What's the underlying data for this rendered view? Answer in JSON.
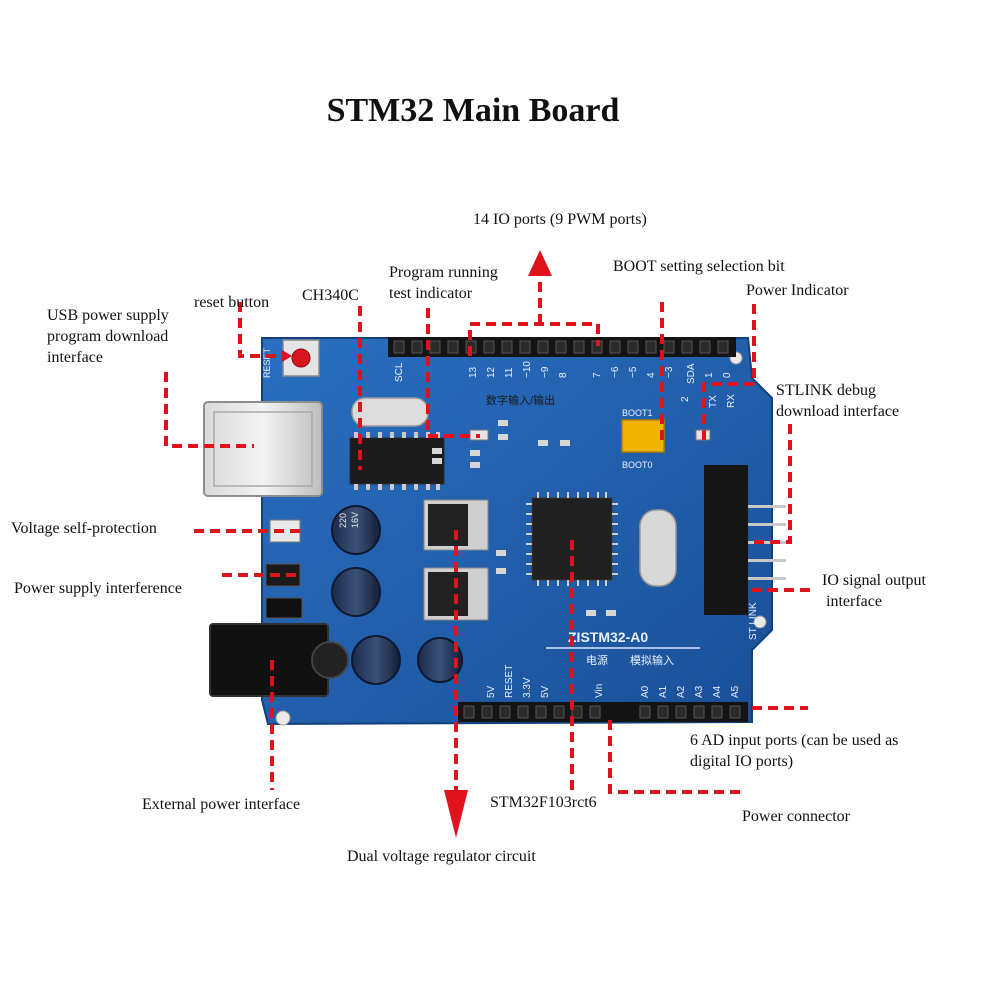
{
  "title": "STM32 Main Board",
  "colors": {
    "board": "#1f5fae",
    "arrow": "#e0121b",
    "header": "#121212"
  },
  "board": {
    "model_text": "ZISTM32-A0",
    "left_silk": "RESET",
    "pin_texts": {
      "scl": "SCL",
      "sda": "SDA",
      "tx": "TX",
      "rx": "RX",
      "d13": "13",
      "d12": "12",
      "d11": "11",
      "d10": "~10",
      "d9": "~9",
      "d8": "8",
      "d7": "7",
      "d6": "~6",
      "d5": "~5",
      "d4": "4",
      "d3": "~3",
      "d2": "2",
      "d1": "1",
      "d0": "0",
      "p5v": "5V",
      "reset": "RESET",
      "p33": "3.3V",
      "p5v2": "5V",
      "vin": "Vin",
      "a0": "A0",
      "a1": "A1",
      "a2": "A2",
      "a3": "A3",
      "a4": "A4",
      "a5": "A5"
    },
    "digital_io_cn": "数字输入/输出",
    "analog_cn": "模拟输入",
    "power_cn": "电源",
    "boot0": "BOOT0",
    "boot1": "BOOT1",
    "stlink": "ST LINK",
    "cap_value": "220",
    "cap_voltage": "16V"
  },
  "labels": {
    "io_ports": "14 IO ports (9 PWM ports)",
    "program_running_1": "Program running",
    "program_running_2": "test indicator",
    "boot": "BOOT setting selection bit",
    "power_indicator": "Power Indicator",
    "usb_1": "USB power supply",
    "usb_2": "program download",
    "usb_3": "interface",
    "reset": "reset button",
    "ch340": "CH340C",
    "stlink_1": "STLINK debug",
    "stlink_2": "download interface",
    "voltage_protect": "Voltage self-protection",
    "power_interference": "Power supply interference",
    "io_signal_1": "IO signal output",
    "io_signal_2": "interface",
    "ad_1": "6 AD input ports (can be used as",
    "ad_2": "digital IO ports)",
    "external_power": "External power interface",
    "stm32": "STM32F103rct6",
    "power_connector": "Power connector",
    "dual_regulator": "Dual voltage regulator circuit"
  }
}
